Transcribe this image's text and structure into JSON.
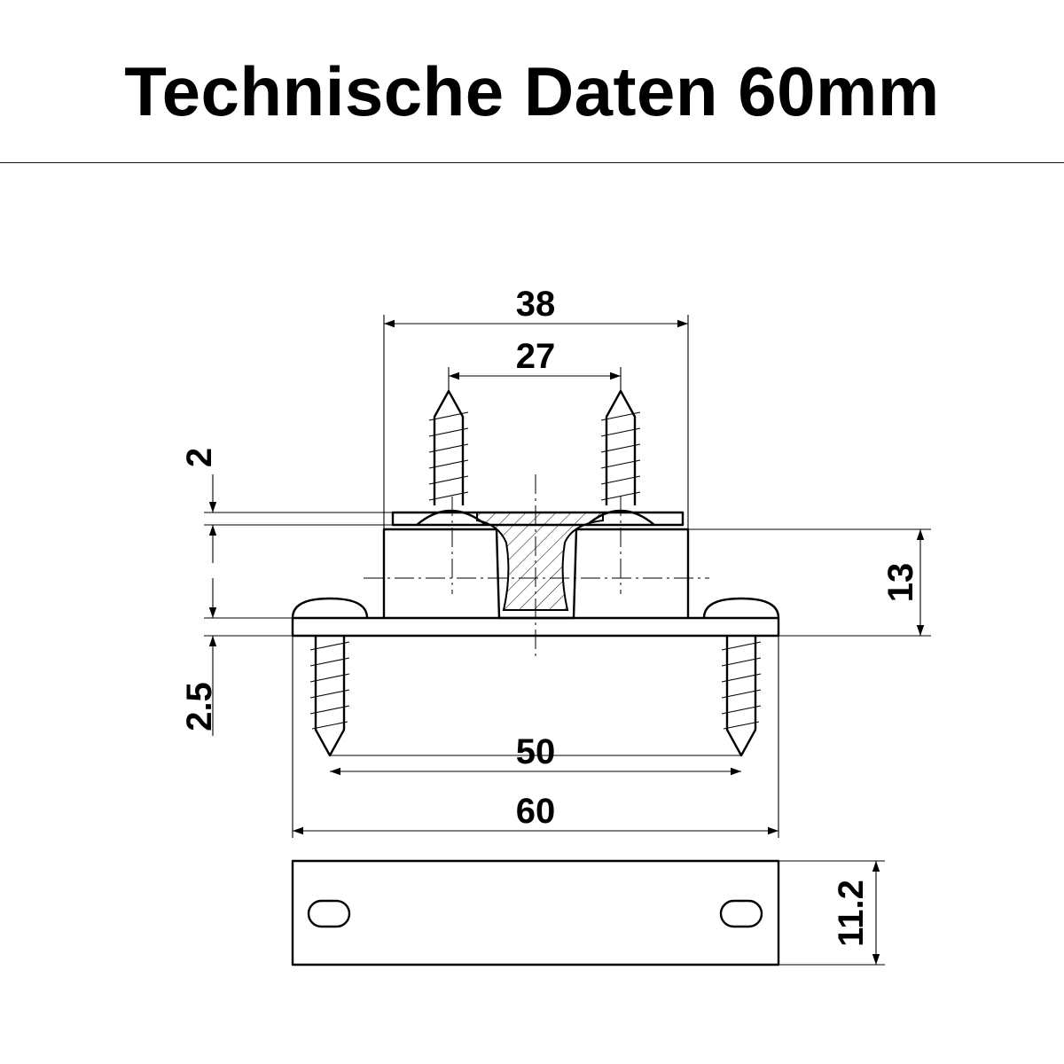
{
  "title": "Technische Daten 60mm",
  "dimensions": {
    "top_width": "38",
    "hole_spacing_top": "27",
    "top_plate_thickness": "2",
    "total_height": "13",
    "base_thickness": "2.5",
    "hole_spacing_base": "50",
    "base_length": "60",
    "base_width": "11.2"
  }
}
